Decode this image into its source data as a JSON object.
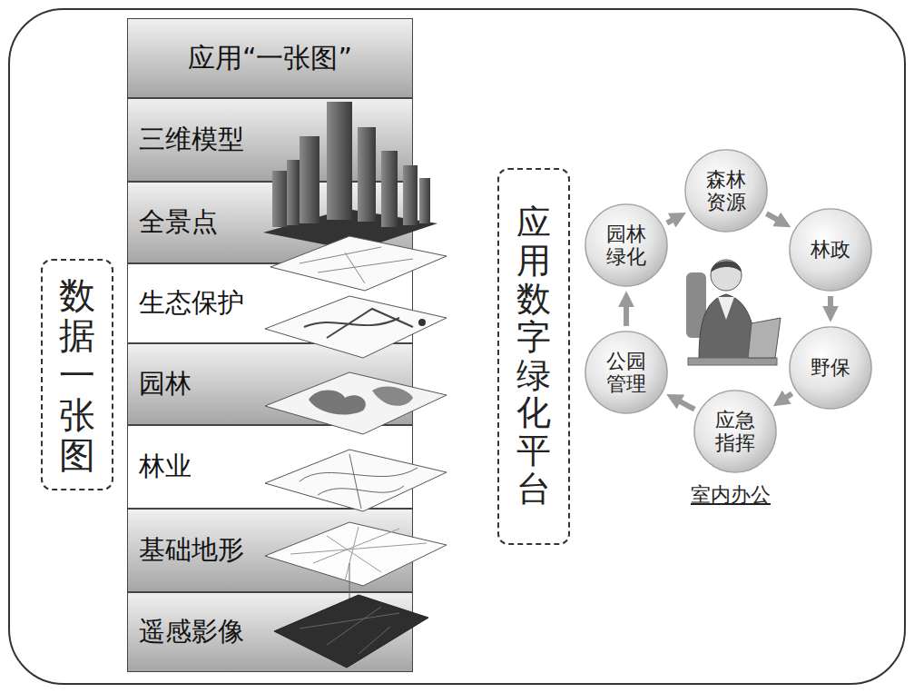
{
  "diagram": {
    "nodes": [
      {
        "text": [
          "数据一张图"
        ]
      },
      {
        "text": [
          "应用“一张图”"
        ]
      },
      {
        "text": [
          "三维模型"
        ]
      },
      {
        "text": [
          "全景点"
        ]
      },
      {
        "text": [
          "生态保护"
        ]
      },
      {
        "text": [
          "园林"
        ]
      },
      {
        "text": [
          "林业"
        ]
      },
      {
        "text": [
          "基础地形"
        ]
      },
      {
        "text": [
          "遥感影像"
        ]
      },
      {
        "text": [
          "应用数字绿化平台"
        ]
      },
      {
        "text": [
          "森林 资源"
        ]
      },
      {
        "text": [
          "林政"
        ]
      },
      {
        "text": [
          "野保"
        ]
      },
      {
        "text": [
          "应急 指挥"
        ]
      },
      {
        "text": [
          "公园 管理"
        ]
      },
      {
        "text": [
          "园林 绿化"
        ]
      }
    ],
    "edges": [
      {
        "from": 15,
        "to": 10,
        "arrow": "to"
      },
      {
        "from": 10,
        "to": 11,
        "arrow": "to"
      },
      {
        "from": 11,
        "to": 12,
        "arrow": "to"
      },
      {
        "from": 12,
        "to": 13,
        "arrow": "to"
      },
      {
        "from": 13,
        "to": 14,
        "arrow": "to"
      },
      {
        "from": 14,
        "to": 15,
        "arrow": "to"
      }
    ],
    "labels": [
      "室内办公"
    ]
  }
}
